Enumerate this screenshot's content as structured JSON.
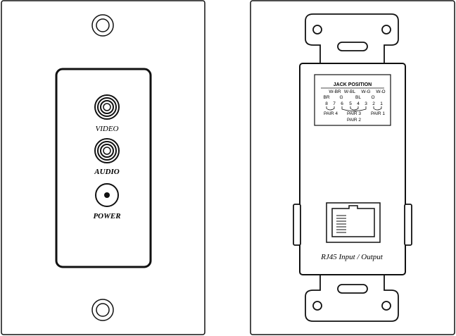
{
  "front_plate": {
    "jacks": [
      {
        "label": "VIDEO"
      },
      {
        "label": "AUDIO"
      },
      {
        "label": "POWER"
      }
    ]
  },
  "back_plate": {
    "jack_diagram": {
      "title": "JACK POSITION",
      "color_codes": [
        "BR",
        "W-BR",
        "G",
        "W-BL",
        "BL",
        "W-G",
        "O",
        "W-O"
      ],
      "pins": [
        "8",
        "7",
        "6",
        "5",
        "4",
        "3",
        "2",
        "1"
      ],
      "pairs": [
        "PAIR 4",
        "PAIR 3",
        "PAIR 2",
        "PAIR 1"
      ]
    },
    "port_label": "RJ45 Input / Output"
  },
  "colors": {
    "stroke": "#111111",
    "background": "#ffffff"
  }
}
